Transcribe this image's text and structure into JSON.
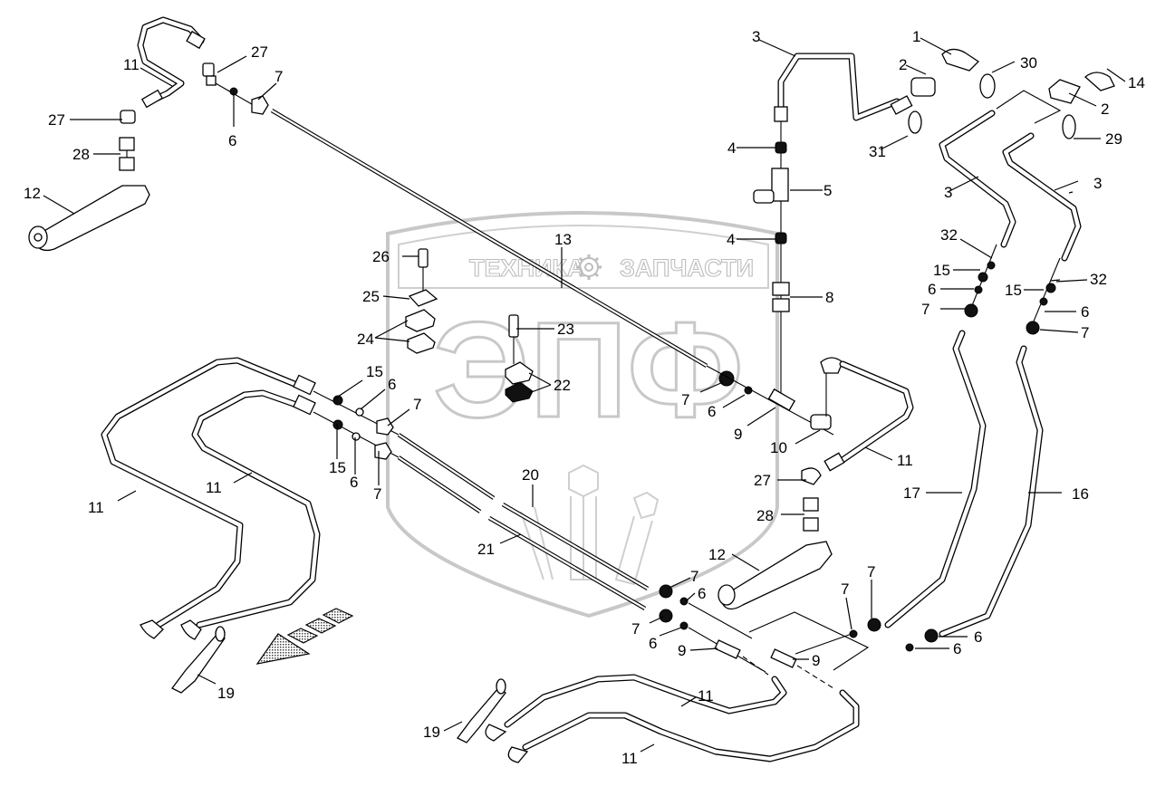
{
  "diagram": {
    "type": "exploded parts diagram - hydraulic lines",
    "watermark": {
      "line1_left": "ТЕХНИКА",
      "line1_right": "ЗАПЧАСТИ",
      "gear_icon": "gear-icon",
      "logo_letters": "ЭПФ"
    },
    "direction_arrow": "direction-arrow-icon",
    "callouts": [
      {
        "id": "c11a",
        "label": "11"
      },
      {
        "id": "c27a",
        "label": "27"
      },
      {
        "id": "c27b",
        "label": "27"
      },
      {
        "id": "c7a",
        "label": "7"
      },
      {
        "id": "c6a",
        "label": "6"
      },
      {
        "id": "c28a",
        "label": "28"
      },
      {
        "id": "c12a",
        "label": "12"
      },
      {
        "id": "c3a",
        "label": "3"
      },
      {
        "id": "c1",
        "label": "1"
      },
      {
        "id": "c2a",
        "label": "2"
      },
      {
        "id": "c30",
        "label": "30"
      },
      {
        "id": "c14",
        "label": "14"
      },
      {
        "id": "c2b",
        "label": "2"
      },
      {
        "id": "c31",
        "label": "31"
      },
      {
        "id": "c29",
        "label": "29"
      },
      {
        "id": "c4a",
        "label": "4"
      },
      {
        "id": "c5",
        "label": "5"
      },
      {
        "id": "c3b",
        "label": "3"
      },
      {
        "id": "c3c",
        "label": "3"
      },
      {
        "id": "c4b",
        "label": "4"
      },
      {
        "id": "c13",
        "label": "13"
      },
      {
        "id": "c26",
        "label": "26"
      },
      {
        "id": "c32a",
        "label": "32"
      },
      {
        "id": "c15a",
        "label": "15"
      },
      {
        "id": "c32b",
        "label": "32"
      },
      {
        "id": "c8",
        "label": "8"
      },
      {
        "id": "c6b",
        "label": "6"
      },
      {
        "id": "c25",
        "label": "25"
      },
      {
        "id": "c15b",
        "label": "15"
      },
      {
        "id": "c7b",
        "label": "7"
      },
      {
        "id": "c6c",
        "label": "6"
      },
      {
        "id": "c23",
        "label": "23"
      },
      {
        "id": "c24",
        "label": "24"
      },
      {
        "id": "c7c",
        "label": "7"
      },
      {
        "id": "c15c",
        "label": "15"
      },
      {
        "id": "c6d",
        "label": "6"
      },
      {
        "id": "c22",
        "label": "22"
      },
      {
        "id": "c7d",
        "label": "7"
      },
      {
        "id": "c6e",
        "label": "6"
      },
      {
        "id": "c9a",
        "label": "9"
      },
      {
        "id": "c7e",
        "label": "7"
      },
      {
        "id": "c10",
        "label": "10"
      },
      {
        "id": "c11b",
        "label": "11"
      },
      {
        "id": "c15d",
        "label": "15"
      },
      {
        "id": "c6f",
        "label": "6"
      },
      {
        "id": "c7f",
        "label": "7"
      },
      {
        "id": "c11c",
        "label": "11"
      },
      {
        "id": "c11d",
        "label": "11"
      },
      {
        "id": "c27c",
        "label": "27"
      },
      {
        "id": "c20",
        "label": "20"
      },
      {
        "id": "c17",
        "label": "17"
      },
      {
        "id": "c16",
        "label": "16"
      },
      {
        "id": "c28b",
        "label": "28"
      },
      {
        "id": "c21",
        "label": "21"
      },
      {
        "id": "c12b",
        "label": "12"
      },
      {
        "id": "c7g",
        "label": "7"
      },
      {
        "id": "c6g",
        "label": "6"
      },
      {
        "id": "c7h",
        "label": "7"
      },
      {
        "id": "c6h",
        "label": "6"
      },
      {
        "id": "c7i",
        "label": "7"
      },
      {
        "id": "c7j",
        "label": "7"
      },
      {
        "id": "c6i",
        "label": "6"
      },
      {
        "id": "c6j",
        "label": "6"
      },
      {
        "id": "c9b",
        "label": "9"
      },
      {
        "id": "c9c",
        "label": "9"
      },
      {
        "id": "c19a",
        "label": "19"
      },
      {
        "id": "c11e",
        "label": "11"
      },
      {
        "id": "c19b",
        "label": "19"
      },
      {
        "id": "c11f",
        "label": "11"
      }
    ]
  }
}
